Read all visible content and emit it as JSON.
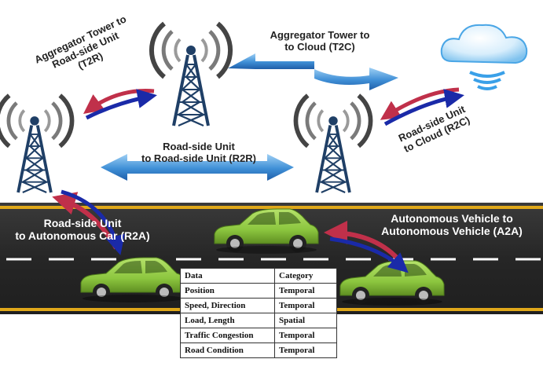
{
  "labels": {
    "t2r": [
      "Aggregator Tower to",
      "Road-side Unit",
      "(T2R)"
    ],
    "t2c": [
      "Aggregator Tower to",
      "to Cloud (T2C)"
    ],
    "r2c": [
      "Road-side Unit",
      "to Cloud (R2C)"
    ],
    "r2r": [
      "Road-side Unit",
      "to Road-side Unit (R2R)"
    ],
    "r2a": [
      "Road-side Unit",
      "to Autonomous Car (R2A)"
    ],
    "a2a": [
      "Autonomous Vehicle to",
      "Autonomous Vehicle (A2A)"
    ]
  },
  "table": {
    "header": [
      "Data",
      "Category"
    ],
    "rows": [
      [
        "Position",
        "Temporal"
      ],
      [
        "Speed, Direction",
        "Temporal"
      ],
      [
        "Load, Length",
        "Spatial"
      ],
      [
        "Traffic Congestion",
        "Temporal"
      ],
      [
        "Road Condition",
        "Temporal"
      ]
    ]
  },
  "colors": {
    "road": "#2b2b2b",
    "road_edge": "#e0a81a",
    "car_body": "#8cc63f",
    "tower": "#1f3f66",
    "arrow_blue": "#2f78c4",
    "arrow_red": "#c0304a",
    "arrow_navy": "#1a2aa8",
    "cloud": "#3aa0e8"
  },
  "icons": [
    "tower-icon",
    "cloud-icon",
    "car-icon",
    "signal-waves-icon"
  ]
}
